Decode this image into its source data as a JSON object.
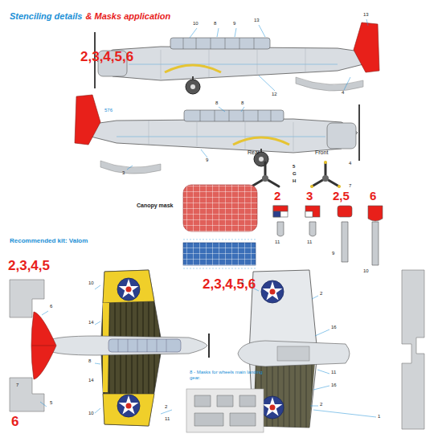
{
  "diagram": {
    "title": "Stenciling details",
    "labels": [
      "& Masks application",
      "2,3,4,5,6",
      "13",
      "8",
      "9",
      "10",
      "12",
      "4",
      "13",
      "8",
      "8",
      "576",
      "9",
      "3",
      "Rear",
      "Front",
      "5",
      "G",
      "H",
      "4",
      "7",
      "2",
      "3",
      "2,5",
      "6",
      "11",
      "11",
      "9",
      "10",
      "Canopy mask",
      "Recommended kit: Valom",
      "2,3,4,5",
      "2,3,4,5,6",
      "6",
      "10",
      "6",
      "14",
      "7",
      "8",
      "14",
      "10",
      "5",
      "2",
      "11",
      "8 - Masks for wheels main landing gear.",
      "2",
      "2",
      "16",
      "11",
      "16",
      "1",
      "2"
    ]
  }
}
